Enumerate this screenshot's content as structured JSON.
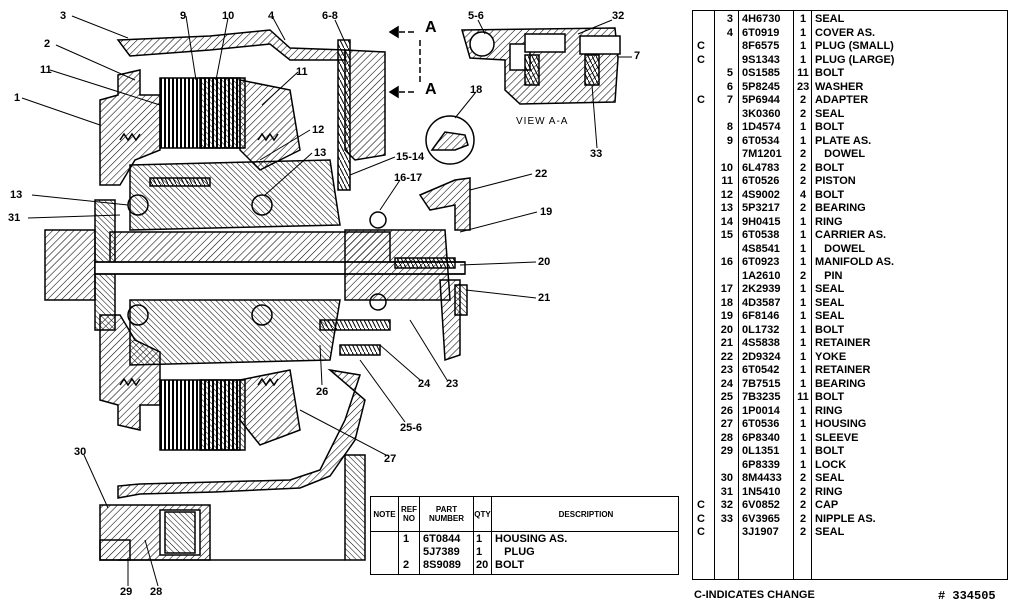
{
  "callouts": [
    {
      "id": "c3",
      "text": "3"
    },
    {
      "id": "c9",
      "text": "9"
    },
    {
      "id": "c10",
      "text": "10"
    },
    {
      "id": "c4",
      "text": "4"
    },
    {
      "id": "c68",
      "text": "6-8"
    },
    {
      "id": "cA1",
      "text": "A"
    },
    {
      "id": "cA2",
      "text": "A"
    },
    {
      "id": "c56",
      "text": "5-6"
    },
    {
      "id": "c32",
      "text": "32"
    },
    {
      "id": "c7",
      "text": "7"
    },
    {
      "id": "c2",
      "text": "2"
    },
    {
      "id": "c11a",
      "text": "11"
    },
    {
      "id": "c11b",
      "text": "11"
    },
    {
      "id": "c1",
      "text": "1"
    },
    {
      "id": "c18",
      "text": "18"
    },
    {
      "id": "c33",
      "text": "33"
    },
    {
      "id": "c12",
      "text": "12"
    },
    {
      "id": "c13a",
      "text": "13"
    },
    {
      "id": "c1514",
      "text": "15-14"
    },
    {
      "id": "c1617",
      "text": "16-17"
    },
    {
      "id": "c22",
      "text": "22"
    },
    {
      "id": "c13b",
      "text": "13"
    },
    {
      "id": "c31",
      "text": "31"
    },
    {
      "id": "c19",
      "text": "19"
    },
    {
      "id": "c20",
      "text": "20"
    },
    {
      "id": "c21",
      "text": "21"
    },
    {
      "id": "c26",
      "text": "26"
    },
    {
      "id": "c24",
      "text": "24"
    },
    {
      "id": "c23",
      "text": "23"
    },
    {
      "id": "c256",
      "text": "25-6"
    },
    {
      "id": "c27",
      "text": "27"
    },
    {
      "id": "c30",
      "text": "30"
    },
    {
      "id": "c29",
      "text": "29"
    },
    {
      "id": "c28",
      "text": "28"
    }
  ],
  "view_label": "VIEW A-A",
  "parts_list": [
    {
      "note": "",
      "ref": "3",
      "part": "4H6730",
      "qty": "1",
      "desc": "SEAL"
    },
    {
      "note": "",
      "ref": "4",
      "part": "6T0919",
      "qty": "1",
      "desc": "COVER AS."
    },
    {
      "note": "C",
      "ref": "",
      "part": "8F6575",
      "qty": "1",
      "desc": "PLUG (SMALL)"
    },
    {
      "note": "C",
      "ref": "",
      "part": "9S1343",
      "qty": "1",
      "desc": "PLUG (LARGE)"
    },
    {
      "note": "",
      "ref": "5",
      "part": "0S1585",
      "qty": "11",
      "desc": "BOLT"
    },
    {
      "note": "",
      "ref": "6",
      "part": "5P8245",
      "qty": "23",
      "desc": "WASHER"
    },
    {
      "note": "C",
      "ref": "7",
      "part": "5P6944",
      "qty": "2",
      "desc": "ADAPTER"
    },
    {
      "note": "",
      "ref": "",
      "part": "3K0360",
      "qty": "2",
      "desc": "SEAL"
    },
    {
      "note": "",
      "ref": "8",
      "part": "1D4574",
      "qty": "1",
      "desc": "BOLT"
    },
    {
      "note": "",
      "ref": "9",
      "part": "6T0534",
      "qty": "1",
      "desc": "PLATE AS."
    },
    {
      "note": "",
      "ref": "",
      "part": "7M1201",
      "qty": "2",
      "desc": "   DOWEL"
    },
    {
      "note": "",
      "ref": "10",
      "part": "6L4783",
      "qty": "2",
      "desc": "BOLT"
    },
    {
      "note": "",
      "ref": "11",
      "part": "6T0526",
      "qty": "2",
      "desc": "PISTON"
    },
    {
      "note": "",
      "ref": "12",
      "part": "4S9002",
      "qty": "4",
      "desc": "BOLT"
    },
    {
      "note": "",
      "ref": "13",
      "part": "5P3217",
      "qty": "2",
      "desc": "BEARING"
    },
    {
      "note": "",
      "ref": "14",
      "part": "9H0415",
      "qty": "1",
      "desc": "RING"
    },
    {
      "note": "",
      "ref": "15",
      "part": "6T0538",
      "qty": "1",
      "desc": "CARRIER AS."
    },
    {
      "note": "",
      "ref": "",
      "part": "4S8541",
      "qty": "1",
      "desc": "   DOWEL"
    },
    {
      "note": "",
      "ref": "16",
      "part": "6T0923",
      "qty": "1",
      "desc": "MANIFOLD AS."
    },
    {
      "note": "",
      "ref": "",
      "part": "1A2610",
      "qty": "2",
      "desc": "   PIN"
    },
    {
      "note": "",
      "ref": "17",
      "part": "2K2939",
      "qty": "1",
      "desc": "SEAL"
    },
    {
      "note": "",
      "ref": "18",
      "part": "4D3587",
      "qty": "1",
      "desc": "SEAL"
    },
    {
      "note": "",
      "ref": "19",
      "part": "6F8146",
      "qty": "1",
      "desc": "SEAL"
    },
    {
      "note": "",
      "ref": "20",
      "part": "0L1732",
      "qty": "1",
      "desc": "BOLT"
    },
    {
      "note": "",
      "ref": "21",
      "part": "4S5838",
      "qty": "1",
      "desc": "RETAINER"
    },
    {
      "note": "",
      "ref": "22",
      "part": "2D9324",
      "qty": "1",
      "desc": "YOKE"
    },
    {
      "note": "",
      "ref": "23",
      "part": "6T0542",
      "qty": "1",
      "desc": "RETAINER"
    },
    {
      "note": "",
      "ref": "24",
      "part": "7B7515",
      "qty": "1",
      "desc": "BEARING"
    },
    {
      "note": "",
      "ref": "25",
      "part": "7B3235",
      "qty": "11",
      "desc": "BOLT"
    },
    {
      "note": "",
      "ref": "26",
      "part": "1P0014",
      "qty": "1",
      "desc": "RING"
    },
    {
      "note": "",
      "ref": "27",
      "part": "6T0536",
      "qty": "1",
      "desc": "HOUSING"
    },
    {
      "note": "",
      "ref": "28",
      "part": "6P8340",
      "qty": "1",
      "desc": "SLEEVE"
    },
    {
      "note": "",
      "ref": "29",
      "part": "0L1351",
      "qty": "1",
      "desc": "BOLT"
    },
    {
      "note": "",
      "ref": "",
      "part": "6P8339",
      "qty": "1",
      "desc": "LOCK"
    },
    {
      "note": "",
      "ref": "30",
      "part": "8M4433",
      "qty": "2",
      "desc": "SEAL"
    },
    {
      "note": "",
      "ref": "31",
      "part": "1N5410",
      "qty": "2",
      "desc": "RING"
    },
    {
      "note": "C",
      "ref": "32",
      "part": "6V0852",
      "qty": "2",
      "desc": "CAP"
    },
    {
      "note": "C",
      "ref": "33",
      "part": "6V3965",
      "qty": "2",
      "desc": "NIPPLE AS."
    },
    {
      "note": "C",
      "ref": "",
      "part": "3J1907",
      "qty": "2",
      "desc": "SEAL"
    }
  ],
  "small_table": {
    "headers": {
      "note": "NOTE",
      "ref": "REF NO",
      "part": "PART NUMBER",
      "qty": "QTY",
      "desc": "DESCRIPTION"
    },
    "rows": [
      {
        "note": "",
        "ref": "1",
        "part": "6T0844",
        "qty": "1",
        "desc": "HOUSING AS."
      },
      {
        "note": "",
        "ref": "",
        "part": "5J7389",
        "qty": "1",
        "desc": "   PLUG"
      },
      {
        "note": "",
        "ref": "2",
        "part": "8S9089",
        "qty": "20",
        "desc": "BOLT"
      }
    ]
  },
  "change_note": "C-INDICATES CHANGE",
  "illustration_number": "# 334505"
}
